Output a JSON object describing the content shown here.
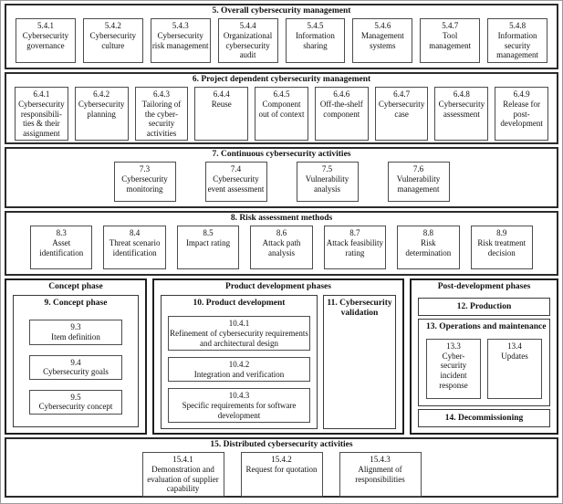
{
  "diagram": {
    "s5": {
      "title": "5. Overall cybersecurity management",
      "boxes": [
        {
          "num": "5.4.1",
          "label": "Cybersecurity governance"
        },
        {
          "num": "5.4.2",
          "label": "Cybersecurity culture"
        },
        {
          "num": "5.4.3",
          "label": "Cybersecurity risk management"
        },
        {
          "num": "5.4.4",
          "label": "Organizational cybersecurity audit"
        },
        {
          "num": "5.4.5",
          "label": "Information sharing"
        },
        {
          "num": "5.4.6",
          "label": "Management systems"
        },
        {
          "num": "5.4.7",
          "label": "Tool management"
        },
        {
          "num": "5.4.8",
          "label": "Information security management"
        }
      ]
    },
    "s6": {
      "title": "6. Project dependent cybersecurity management",
      "boxes": [
        {
          "num": "6.4.1",
          "label": "Cybersecurity\nresponsibili-\nties & their\nassignment"
        },
        {
          "num": "6.4.2",
          "label": "Cybersecurity planning"
        },
        {
          "num": "6.4.3",
          "label": "Tailoring of\nthe cyber-\nsecurity\nactivities"
        },
        {
          "num": "6.4.4",
          "label": "Reuse"
        },
        {
          "num": "6.4.5",
          "label": "Component out of context"
        },
        {
          "num": "6.4.6",
          "label": "Off-the-shelf component"
        },
        {
          "num": "6.4.7",
          "label": "Cybersecurity case"
        },
        {
          "num": "6.4.8",
          "label": "Cybersecurity assessment"
        },
        {
          "num": "6.4.9",
          "label": "Release for\npost-\ndevelopment"
        }
      ]
    },
    "s7": {
      "title": "7. Continuous cybersecurity activities",
      "boxes": [
        {
          "num": "7.3",
          "label": "Cybersecurity monitoring"
        },
        {
          "num": "7.4",
          "label": "Cybersecurity event assessment"
        },
        {
          "num": "7.5",
          "label": "Vulnerability analysis"
        },
        {
          "num": "7.6",
          "label": "Vulnerability management"
        }
      ]
    },
    "s8": {
      "title": "8. Risk assessment methods",
      "boxes": [
        {
          "num": "8.3",
          "label": "Asset identification"
        },
        {
          "num": "8.4",
          "label": "Threat scenario identification"
        },
        {
          "num": "8.5",
          "label": "Impact rating"
        },
        {
          "num": "8.6",
          "label": "Attack path analysis"
        },
        {
          "num": "8.7",
          "label": "Attack feasibility rating"
        },
        {
          "num": "8.8",
          "label": "Risk determination"
        },
        {
          "num": "8.9",
          "label": "Risk treatment decision"
        }
      ]
    },
    "concept": {
      "title": "Concept phase",
      "inner_title": "9. Concept phase",
      "boxes": [
        {
          "num": "9.3",
          "label": "Item definition"
        },
        {
          "num": "9.4",
          "label": "Cybersecurity goals"
        },
        {
          "num": "9.5",
          "label": "Cybersecurity concept"
        }
      ]
    },
    "product": {
      "title": "Product development phases",
      "dev": {
        "title": "10. Product development",
        "boxes": [
          {
            "num": "10.4.1",
            "label": "Refinement of cybersecurity requirements and architectural design"
          },
          {
            "num": "10.4.2",
            "label": "Integration and verification"
          },
          {
            "num": "10.4.3",
            "label": "Specific requirements for software development"
          }
        ]
      },
      "validation": {
        "title": "11. Cybersecurity validation"
      }
    },
    "post": {
      "title": "Post-development phases",
      "production": {
        "title": "12. Production"
      },
      "operations": {
        "title": "13. Operations and maintenance",
        "boxes": [
          {
            "num": "13.3",
            "label": "Cyber-\nsecurity\nincident\nresponse"
          },
          {
            "num": "13.4",
            "label": "Updates"
          }
        ]
      },
      "decommissioning": {
        "title": "14. Decommissioning"
      }
    },
    "s15": {
      "title": "15. Distributed cybersecurity activities",
      "boxes": [
        {
          "num": "15.4.1",
          "label": "Demonstration and evaluation of supplier capability"
        },
        {
          "num": "15.4.2",
          "label": "Request for quotation"
        },
        {
          "num": "15.4.3",
          "label": "Alignment of responsibilities"
        }
      ]
    }
  }
}
